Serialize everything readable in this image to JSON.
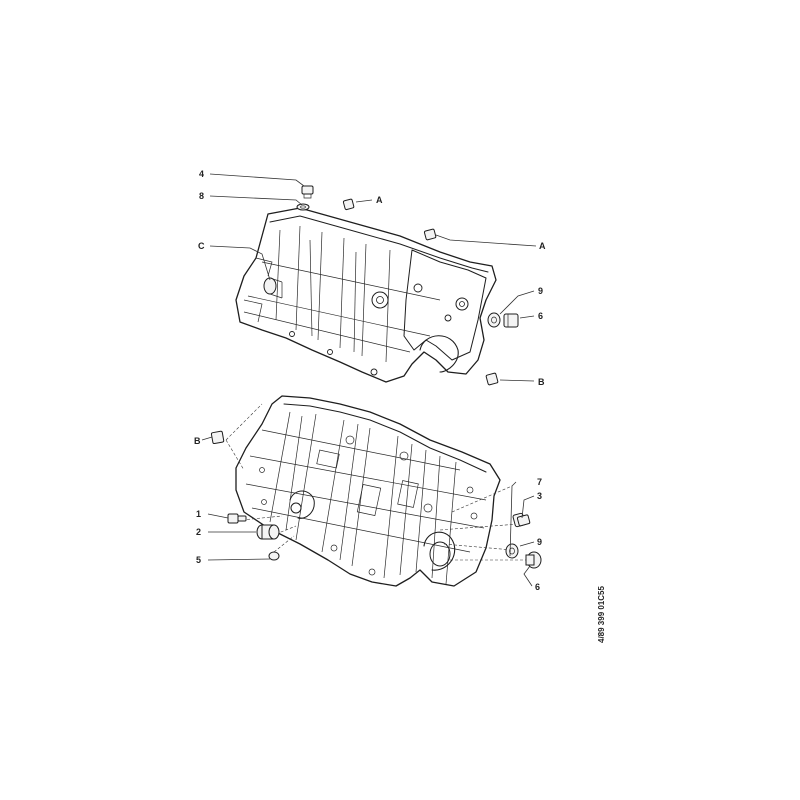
{
  "callouts": [
    {
      "id": "c-4-top",
      "text": "4"
    },
    {
      "id": "c-8-top",
      "text": "8"
    },
    {
      "id": "c-A-1",
      "text": "A"
    },
    {
      "id": "c-C",
      "text": "C"
    },
    {
      "id": "c-A-2",
      "text": "A"
    },
    {
      "id": "c-9-top",
      "text": "9"
    },
    {
      "id": "c-6-top",
      "text": "6"
    },
    {
      "id": "c-B-top",
      "text": "B"
    },
    {
      "id": "c-B-left",
      "text": "B"
    },
    {
      "id": "c-7",
      "text": "7"
    },
    {
      "id": "c-3",
      "text": "3"
    },
    {
      "id": "c-1",
      "text": "1"
    },
    {
      "id": "c-2",
      "text": "2"
    },
    {
      "id": "c-9-bot",
      "text": "9"
    },
    {
      "id": "c-5",
      "text": "5"
    },
    {
      "id": "c-6-bot",
      "text": "6"
    }
  ],
  "reference_code": "4/89 399 01C55"
}
